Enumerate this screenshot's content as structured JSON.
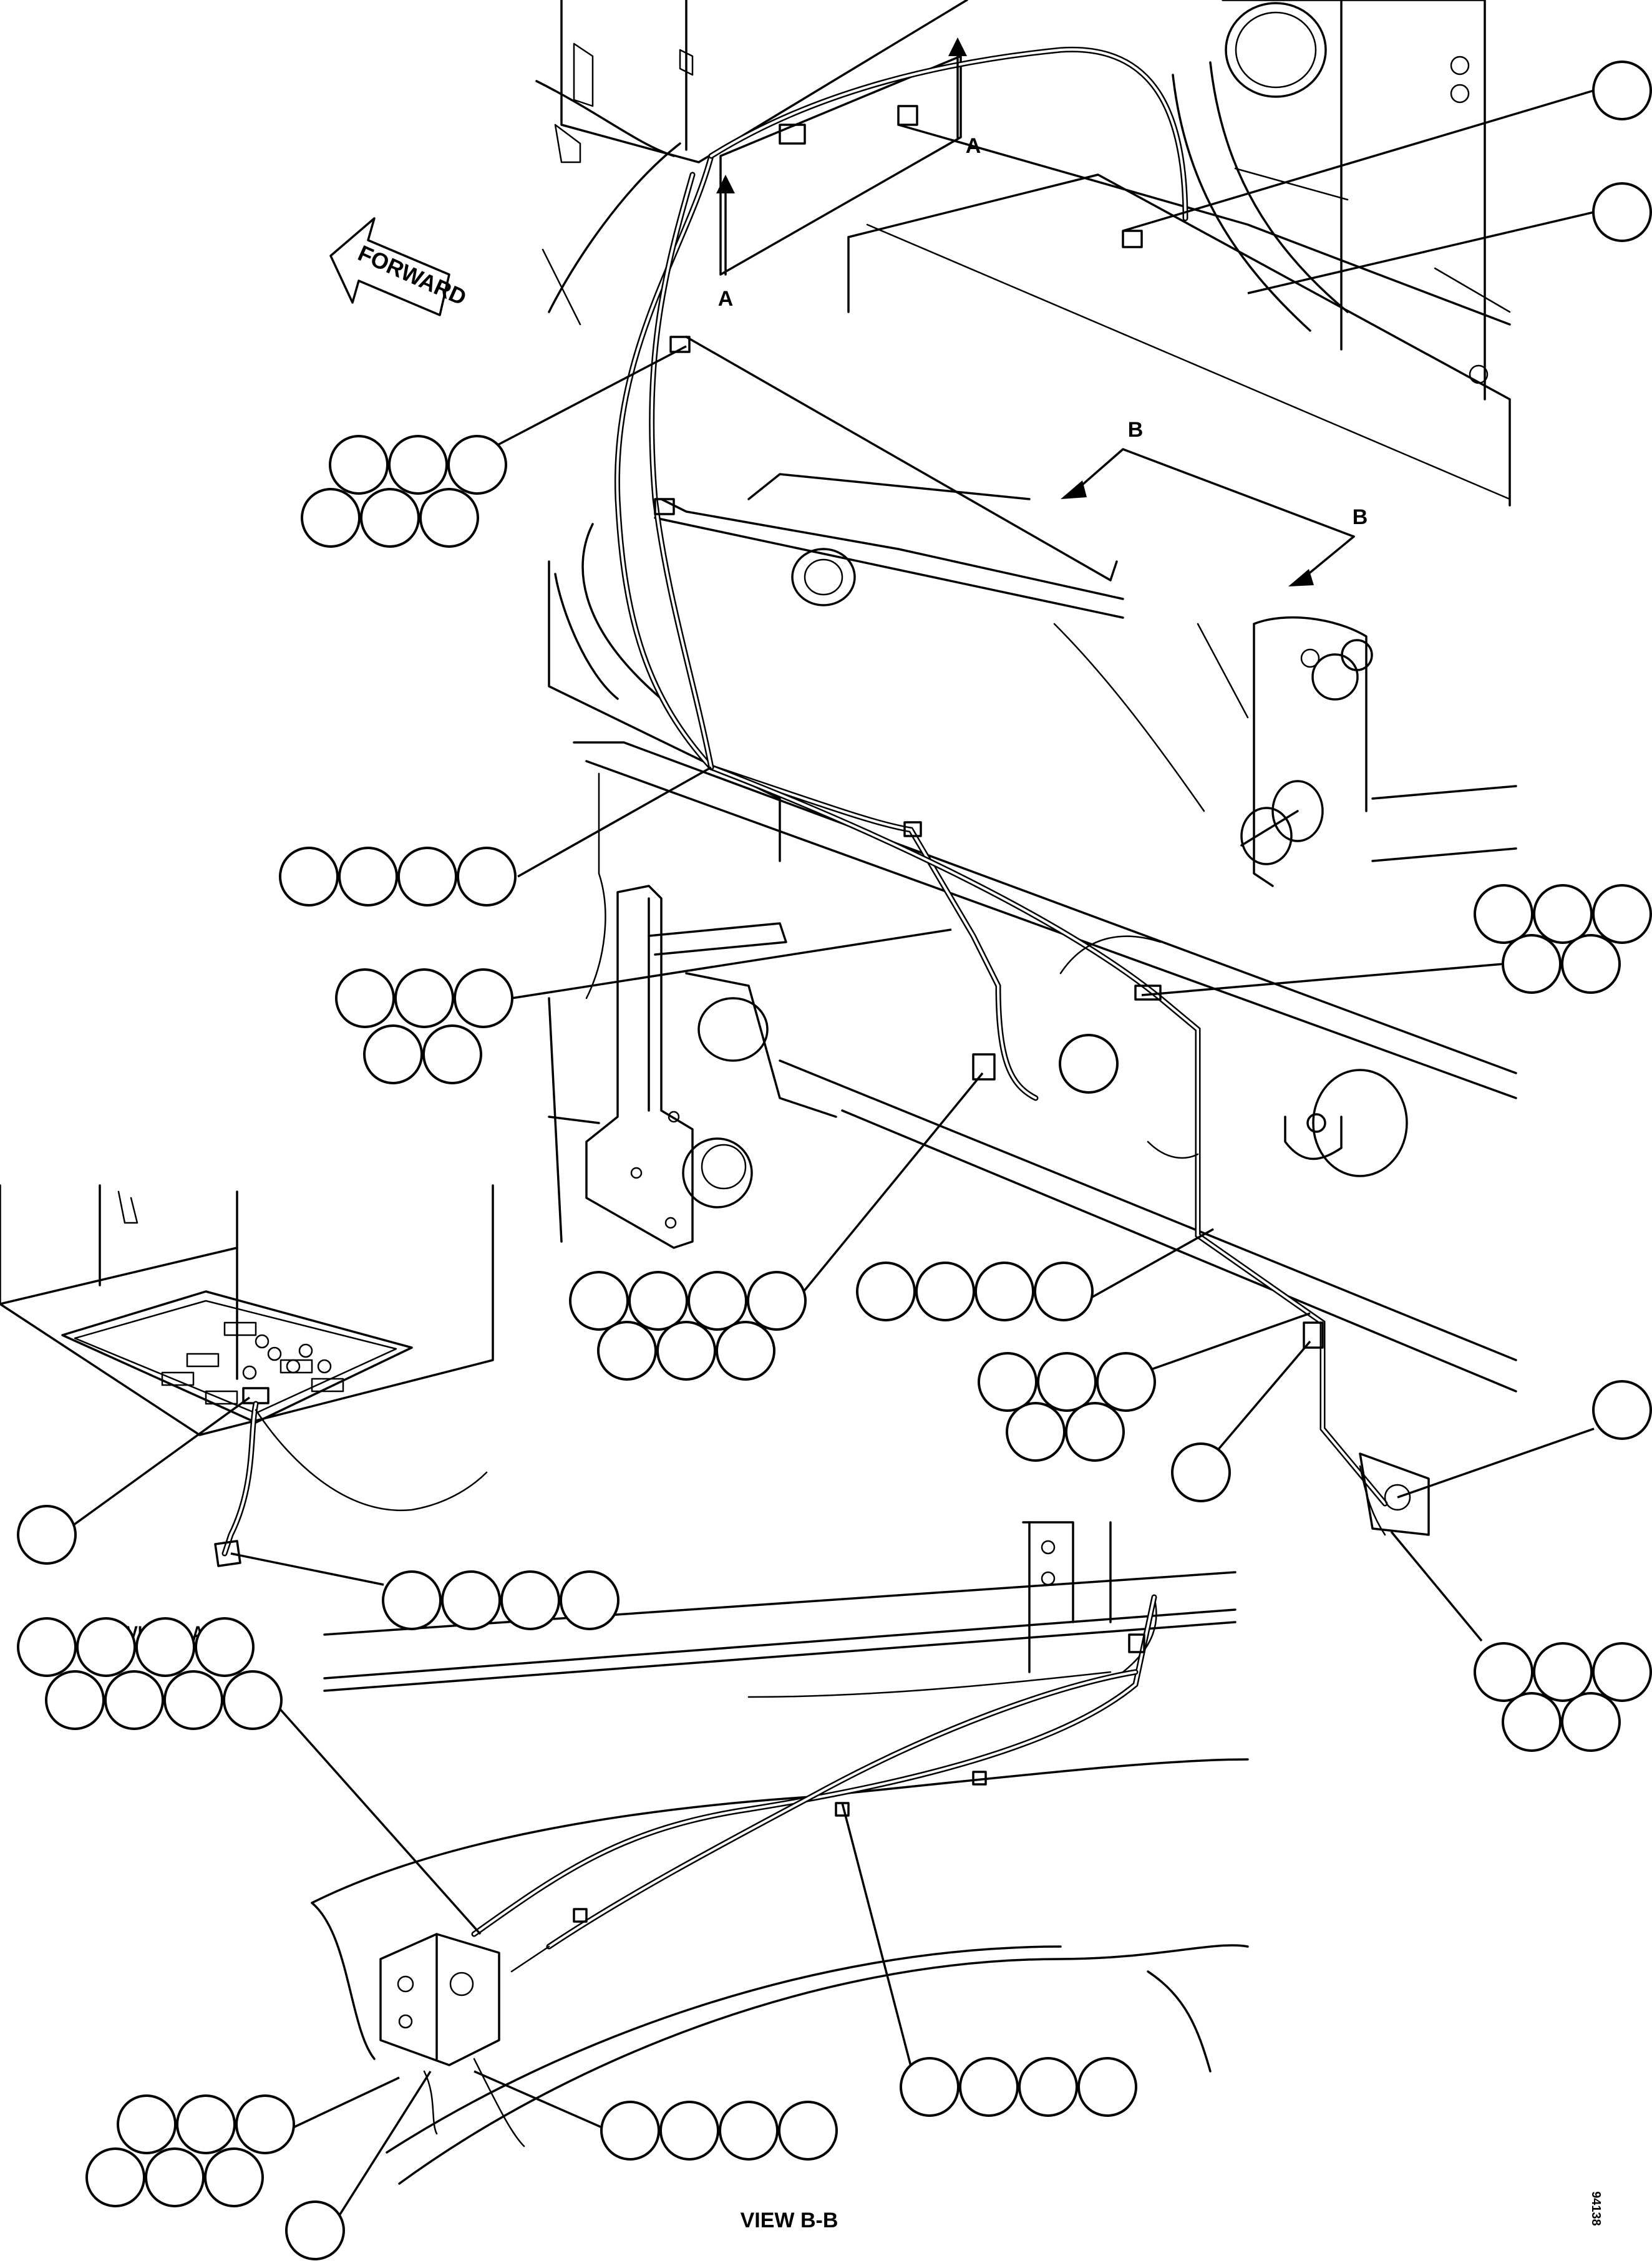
{
  "labels": {
    "forward": "FORWARD",
    "section_a": "A",
    "section_b": "B",
    "view_aa": "VIEW A-A",
    "view_bb": "VIEW B-B",
    "drawing_number": "94138"
  }
}
